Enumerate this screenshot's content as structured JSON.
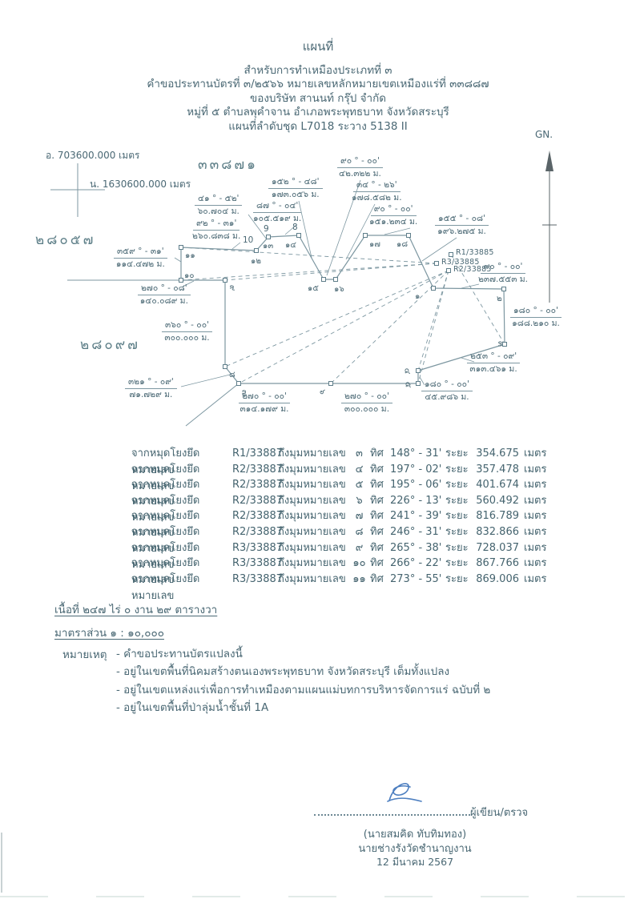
{
  "colors": {
    "ink": "#4a6874",
    "line": "#7d97a1",
    "arrow": "#5a6468",
    "signature": "#4d7fc0"
  },
  "header": {
    "title": "แผนที่",
    "line2": "สำหรับการทำเหมืองประเภทที่ ๓",
    "line3": "คำขอประทานบัตรที่ ๓/๒๕๖๖ หมายเลขหลักหมายเขตเหมืองแร่ที่ ๓๓๘๘๗",
    "line4": "ของบริษัท สานนท์ กรุ๊ป จำกัด",
    "line5": "หมู่ที่ ๕ ตำบลพุคำจาน อำเภอพระพุทธบาท จังหวัดสระบุรี",
    "line6": "แผนที่ลำดับชุด L7018 ระวาง 5138 II"
  },
  "map": {
    "gn_label": "GN.",
    "coord_easting": "อ. 703600.000 เมตร",
    "coord_northing": "น. 1630600.000 เมตร",
    "neighbor_plots": [
      "๓๓๘๗๑",
      "๒๘๐๕๗",
      "๒๘๐๙๗"
    ],
    "ref_marks": [
      "R1/33885",
      "R3/33885",
      "R2/33885"
    ],
    "old_corner_numbers": [
      "10",
      "9",
      "8"
    ],
    "corner_numbers": [
      "๑",
      "๒",
      "๓",
      "๔",
      "๕",
      "๖",
      "๗",
      "๘",
      "๙",
      "๑๐",
      "๑๑",
      "๑๒",
      "๑๓",
      "๑๔",
      "๑๕",
      "๑๖",
      "๑๗",
      "๑๘"
    ],
    "bearing_labels": [
      {
        "angle": "๔๑ ° - ๕๒'",
        "dist": "๖๐.๗๐๔ ม."
      },
      {
        "angle": "๙๒ ° - ๓๑'",
        "dist": "๒๖๐.๘๓๘ ม."
      },
      {
        "angle": "๑๕๒ ° - ๔๘'",
        "dist": "๑๗๓.๐๕๖ ม."
      },
      {
        "angle": "๘๗ ° - ๐๔'",
        "dist": "๑๐๕.๕๑๙ ม."
      },
      {
        "angle": "๙๐ ° - ๐๐'",
        "dist": "๔๒.๓๒๒ ม."
      },
      {
        "angle": "๓๔ ° - ๒๖'",
        "dist": "๑๗๘.๕๘๒ ม."
      },
      {
        "angle": "๙๐ ° - ๐๐'",
        "dist": "๑๕๑.๒๓๔ ม."
      },
      {
        "angle": "๑๕๕ ° - ๐๘'",
        "dist": "๑๙๖.๒๗๕ ม."
      },
      {
        "angle": "๙๐ ° - ๐๐'",
        "dist": "๒๓๗.๕๕๓ ม."
      },
      {
        "angle": "๑๘๐ ° - ๐๐'",
        "dist": "๑๘๘.๒๑๐ ม."
      },
      {
        "angle": "๒๕๓ ° - ๐๙'",
        "dist": "๓๑๓.๔๖๑ ม."
      },
      {
        "angle": "๑๘๐ ° - ๐๐'",
        "dist": "๔๕.๙๘๖ ม."
      },
      {
        "angle": "๒๗๐ ° - ๐๐'",
        "dist": "๓๐๐.๐๐๐ ม."
      },
      {
        "angle": "๒๗๐ ° - ๐๐'",
        "dist": "๓๑๔.๑๗๙ ม."
      },
      {
        "angle": "๓๒๑ ° - ๐๙'",
        "dist": "๗๑.๗๒๙ ม."
      },
      {
        "angle": "๓๖๐ ° - ๐๐'",
        "dist": "๓๐๐.๐๐๐ ม."
      },
      {
        "angle": "๓๕๙ ° - ๓๑'",
        "dist": "๑๑๔.๔๗๒ ม."
      },
      {
        "angle": "๒๗๐ ° - ๐๘'",
        "dist": "๑๔๐.๐๘๙ ม."
      }
    ]
  },
  "survey_table": {
    "from_label": "จากหมุดโยงยึดหมายเลข",
    "to_label": "ถึงมุมหมายเลข",
    "dir_label": "ทิศ",
    "range_label": "ระยะ",
    "unit_label": "เมตร",
    "rows": [
      {
        "ref": "R1/33887",
        "corner": "๓",
        "bearing": "148° - 31'",
        "distance": "354.675"
      },
      {
        "ref": "R2/33887",
        "corner": "๔",
        "bearing": "197° - 02'",
        "distance": "357.478"
      },
      {
        "ref": "R2/33887",
        "corner": "๕",
        "bearing": "195° - 06'",
        "distance": "401.674"
      },
      {
        "ref": "R2/33887",
        "corner": "๖",
        "bearing": "226° - 13'",
        "distance": "560.492"
      },
      {
        "ref": "R2/33887",
        "corner": "๗",
        "bearing": "241° - 39'",
        "distance": "816.789"
      },
      {
        "ref": "R2/33887",
        "corner": "๘",
        "bearing": "246° - 31'",
        "distance": "832.866"
      },
      {
        "ref": "R3/33887",
        "corner": "๙",
        "bearing": "265° - 38'",
        "distance": "728.037"
      },
      {
        "ref": "R3/33887",
        "corner": "๑๐",
        "bearing": "266° - 22'",
        "distance": "867.766"
      },
      {
        "ref": "R3/33887",
        "corner": "๑๑",
        "bearing": "273° - 55'",
        "distance": "869.006"
      }
    ]
  },
  "area_line": "เนื้อที่ ๒๔๗ ไร่ ๐ งาน ๒๙ ตารางวา",
  "scale_line": "มาตราส่วน ๑ : ๑๐,๐๐๐",
  "notes": {
    "label": "หมายเหตุ",
    "items": [
      "- คำขอประทานบัตรแปลงนี้",
      "- อยู่ในเขตพื้นที่นิคมสร้างตนเองพระพุทธบาท จังหวัดสระบุรี เต็มทั้งแปลง",
      "- อยู่ในเขตแหล่งแร่เพื่อการทำเหมืองตามแผนแม่บทการบริหารจัดการแร่ ฉบับที่ ๒",
      "- อยู่ในเขตพื้นที่ป่าลุ่มน้ำชั้นที่ 1A"
    ]
  },
  "signature": {
    "line_label": "ผู้เขียน/ตรวจ",
    "name": "(นายสมคิด ทับทิมทอง)",
    "title": "นายช่างรังวัดชำนาญงาน",
    "date": "12 มีนาคม 2567"
  }
}
